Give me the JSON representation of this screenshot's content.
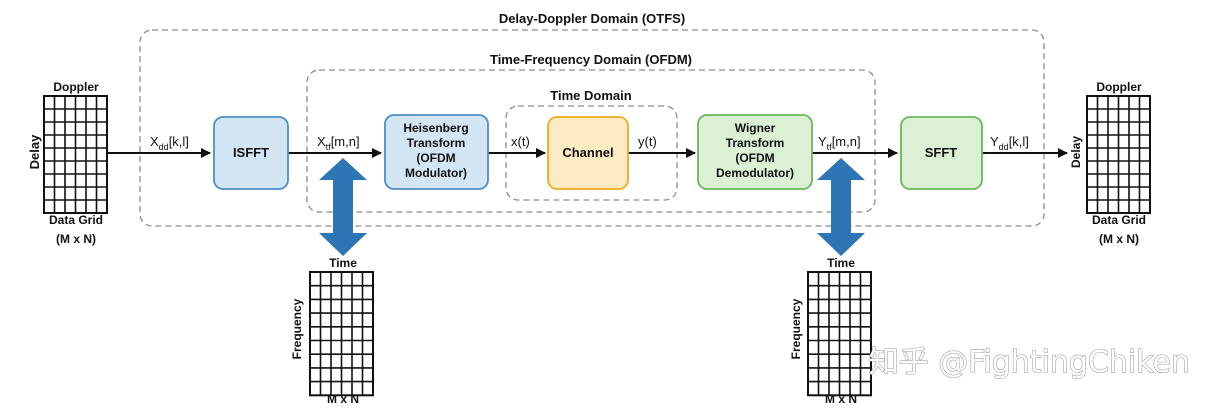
{
  "domains": {
    "outer": "Delay-Doppler Domain (OTFS)",
    "middle": "Time-Frequency Domain (OFDM)",
    "inner": "Time Domain"
  },
  "blocks": {
    "isfft": "ISFFT",
    "heisenberg": [
      "Heisenberg",
      "Transform",
      "(OFDM",
      "Modulator)"
    ],
    "channel": "Channel",
    "wigner": [
      "Wigner",
      "Transform",
      "(OFDM",
      "Demodulator)"
    ],
    "sfft": "SFFT"
  },
  "signals": {
    "xdd": {
      "base": "X",
      "sub": "dd",
      "arg": "[k,l]"
    },
    "xtf": {
      "base": "X",
      "sub": "tf",
      "arg": "[m,n]"
    },
    "xt": "x(t)",
    "yt": "y(t)",
    "ytf": {
      "base": "Y",
      "sub": "tf",
      "arg": "[m,n]"
    },
    "ydd": {
      "base": "Y",
      "sub": "dd",
      "arg": "[k,l]"
    }
  },
  "grids": {
    "input": {
      "top": "Doppler",
      "side": "Delay",
      "bottom1": "Data Grid",
      "bottom2": "(M x N)"
    },
    "output": {
      "top": "Doppler",
      "side": "Delay",
      "bottom1": "Data Grid",
      "bottom2": "(M x N)"
    },
    "tf_tx": {
      "top": "Time",
      "side": "Frequency",
      "bottom": "M x N"
    },
    "tf_rx": {
      "top": "Time",
      "side": "Frequency",
      "bottom": "M x N"
    }
  },
  "watermark": "知乎 @FightingChiken",
  "colors": {
    "blue_fill": "#d4e5f4",
    "blue_stroke": "#4b8fc9",
    "orange_fill": "#fdebc4",
    "orange_stroke": "#f0aa1c",
    "green_fill": "#dcf0d6",
    "green_stroke": "#67b85a",
    "arrow_blue": "#2e75b6",
    "dash": "#8c8c8c"
  }
}
